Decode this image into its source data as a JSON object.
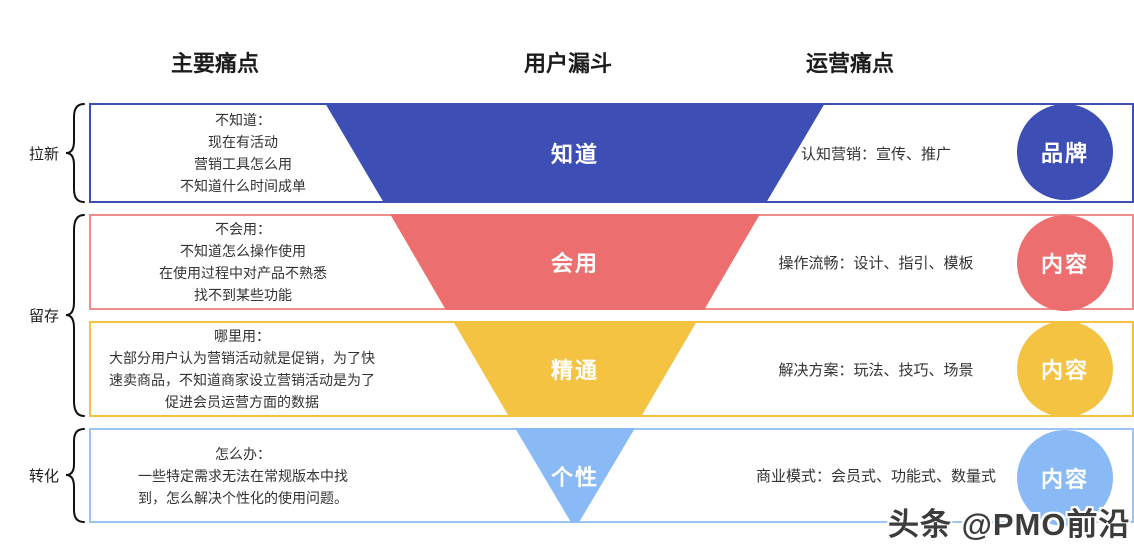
{
  "title_row": {
    "left": "主要痛点",
    "center": "用户漏斗",
    "right": "运营痛点"
  },
  "groups": [
    {
      "label": "拉新"
    },
    {
      "label": "留存"
    },
    {
      "label": "转化"
    }
  ],
  "rows": [
    {
      "stage": "知道",
      "pain_lines": [
        "不知道：",
        "现在有活动",
        "营销工具怎么用",
        "不知道什么时间成单"
      ],
      "ops_text": "认知营销：宣传、推广",
      "circle": "品牌",
      "color": "#3D4EB5"
    },
    {
      "stage": "会用",
      "pain_lines": [
        "不会用：",
        "不知道怎么操作使用",
        "在使用过程中对产品不熟悉",
        "找不到某些功能"
      ],
      "ops_text": "操作流畅：设计、指引、模板",
      "circle": "内容",
      "color": "#ED6E6E"
    },
    {
      "stage": "精通",
      "pain_lines": [
        "哪里用：",
        "大部分用户认为营销活动就是促销，为了快",
        "速卖商品，不知道商家设立营销活动是为了",
        "促进会员运营方面的数据"
      ],
      "ops_text": "解决方案：玩法、技巧、场景",
      "circle": "内容",
      "color": "#F5C342"
    },
    {
      "stage": "个性",
      "pain_lines": [
        "怎么办：",
        "一些特定需求无法在常规版本中找",
        "到，怎么解决个性化的使用问题。"
      ],
      "ops_text": "商业模式：会员式、功能式、数量式",
      "circle": "内容",
      "color": "#89BAF5"
    }
  ],
  "watermark": "头条 @PMO前沿",
  "palette": {
    "blue": "#3D4EB5",
    "salmon": "#ED6E6E",
    "yellow": "#F5C342",
    "light_blue": "#89BAF5"
  }
}
